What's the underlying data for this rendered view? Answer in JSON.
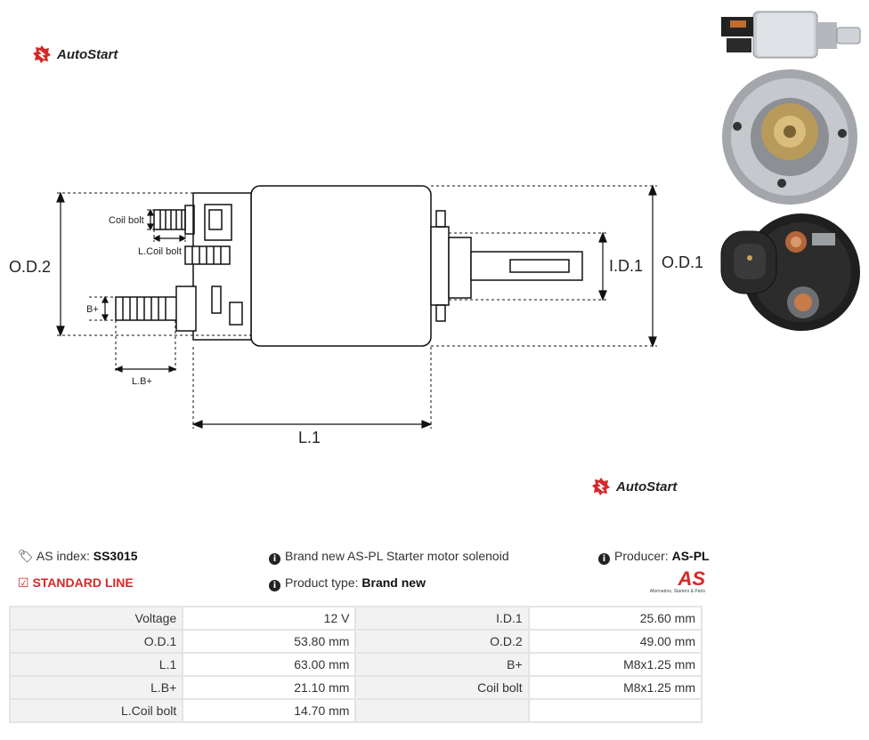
{
  "brand": {
    "name": "AutoStart",
    "accent": "#d62828"
  },
  "diagram": {
    "labels": {
      "coil_bolt": "Coil bolt",
      "l_coil_bolt": "L.Coil bolt",
      "od2": "O.D.2",
      "b_plus": "B+",
      "lb_plus": "L.B+",
      "l1": "L.1",
      "id1": "I.D.1",
      "od1": "O.D.1"
    }
  },
  "info": {
    "as_index_label": "AS index:",
    "as_index_value": "SS3015",
    "description": "Brand new AS-PL Starter motor solenoid",
    "producer_label": "Producer:",
    "producer_value": "AS-PL",
    "standard_line": "STANDARD LINE",
    "product_type_label": "Product type:",
    "product_type_value": "Brand new",
    "producer_logo_text": "AS",
    "producer_logo_tagline": "Alternators, Starters & Parts"
  },
  "specs": [
    {
      "k1": "Voltage",
      "v1": "12 V",
      "k2": "I.D.1",
      "v2": "25.60 mm"
    },
    {
      "k1": "O.D.1",
      "v1": "53.80 mm",
      "k2": "O.D.2",
      "v2": "49.00 mm"
    },
    {
      "k1": "L.1",
      "v1": "63.00 mm",
      "k2": "B+",
      "v2": "M8x1.25 mm"
    },
    {
      "k1": "L.B+",
      "v1": "21.10 mm",
      "k2": "Coil bolt",
      "v2": "M8x1.25 mm"
    },
    {
      "k1": "L.Coil bolt",
      "v1": "14.70 mm",
      "k2": "",
      "v2": ""
    }
  ]
}
